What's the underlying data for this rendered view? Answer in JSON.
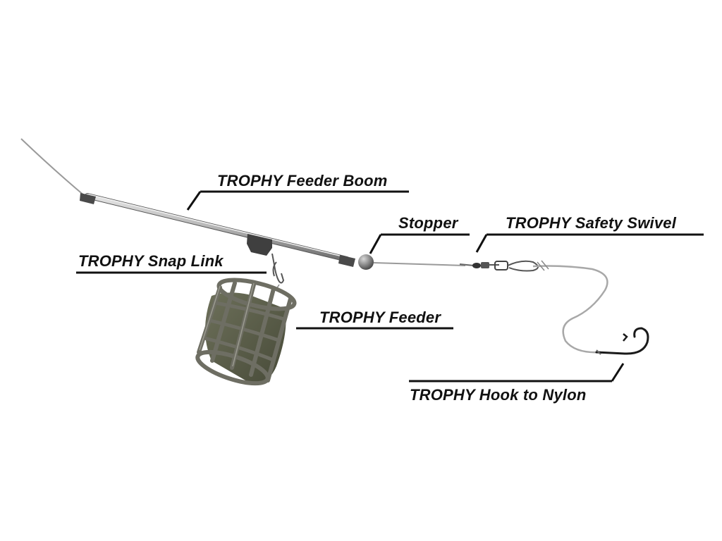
{
  "labels": {
    "feeder_boom": "TROPHY Feeder Boom",
    "stopper": "Stopper",
    "safety_swivel": "TROPHY Safety Swivel",
    "snap_link": "TROPHY Snap Link",
    "feeder": "TROPHY Feeder",
    "hook_to_nylon": "TROPHY Hook to Nylon"
  },
  "colors": {
    "background": "#ffffff",
    "label_text": "#111111",
    "line": "#9a9a9a",
    "boom_tube": "#a9a9a9",
    "boom_caps": "#4a4a4a",
    "feeder_cage": "#6e6e63",
    "feeder_bait": "#5c5f4a",
    "hook": "#1a1a1a"
  }
}
